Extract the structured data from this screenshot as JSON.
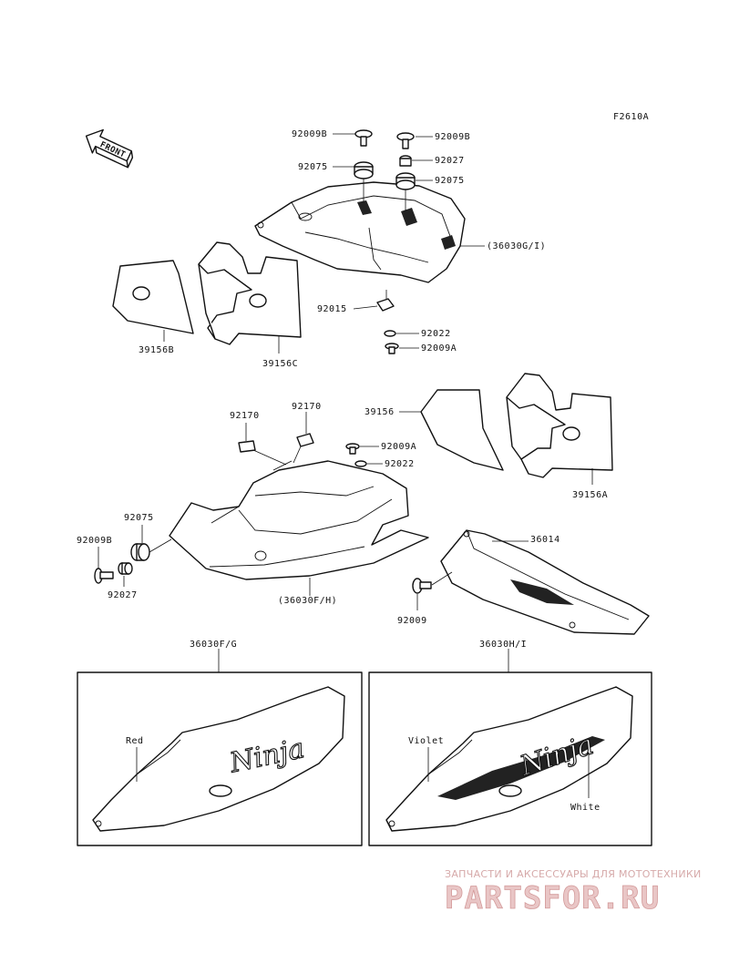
{
  "diagram_code": "F2610A",
  "front_arrow": {
    "label": "FRONT",
    "icon": "front-arrow-icon"
  },
  "parts": {
    "p92009B_top_left": "92009B",
    "p92009B_top_right": "92009B",
    "p92075_top_left": "92075",
    "p92027_top": "92027",
    "p92075_top_right": "92075",
    "p36030GI": "(36030G/I)",
    "p92015": "92015",
    "p92022_top": "92022",
    "p92009A_top": "92009A",
    "p39156B": "39156B",
    "p39156C": "39156C",
    "p92170_left": "92170",
    "p92170_right": "92170",
    "p39156": "39156",
    "p92009A_mid": "92009A",
    "p92022_mid": "92022",
    "p39156A": "39156A",
    "p92075_left": "92075",
    "p92009B_left": "92009B",
    "p92027_left": "92027",
    "p36030FH": "(36030F/H)",
    "p36014": "36014",
    "p92009": "92009"
  },
  "insets": [
    {
      "code": "36030F/G",
      "colors": [
        "Red"
      ],
      "logo_text": "Ninja"
    },
    {
      "code": "36030H/I",
      "colors": [
        "Violet",
        "White"
      ],
      "logo_text": "Ninja"
    }
  ],
  "watermark": {
    "line1": "ЗАПЧАСТИ И АКСЕССУАРЫ ДЛЯ МОТОТЕХНИКИ",
    "line2": "PARTSFOR.RU"
  }
}
